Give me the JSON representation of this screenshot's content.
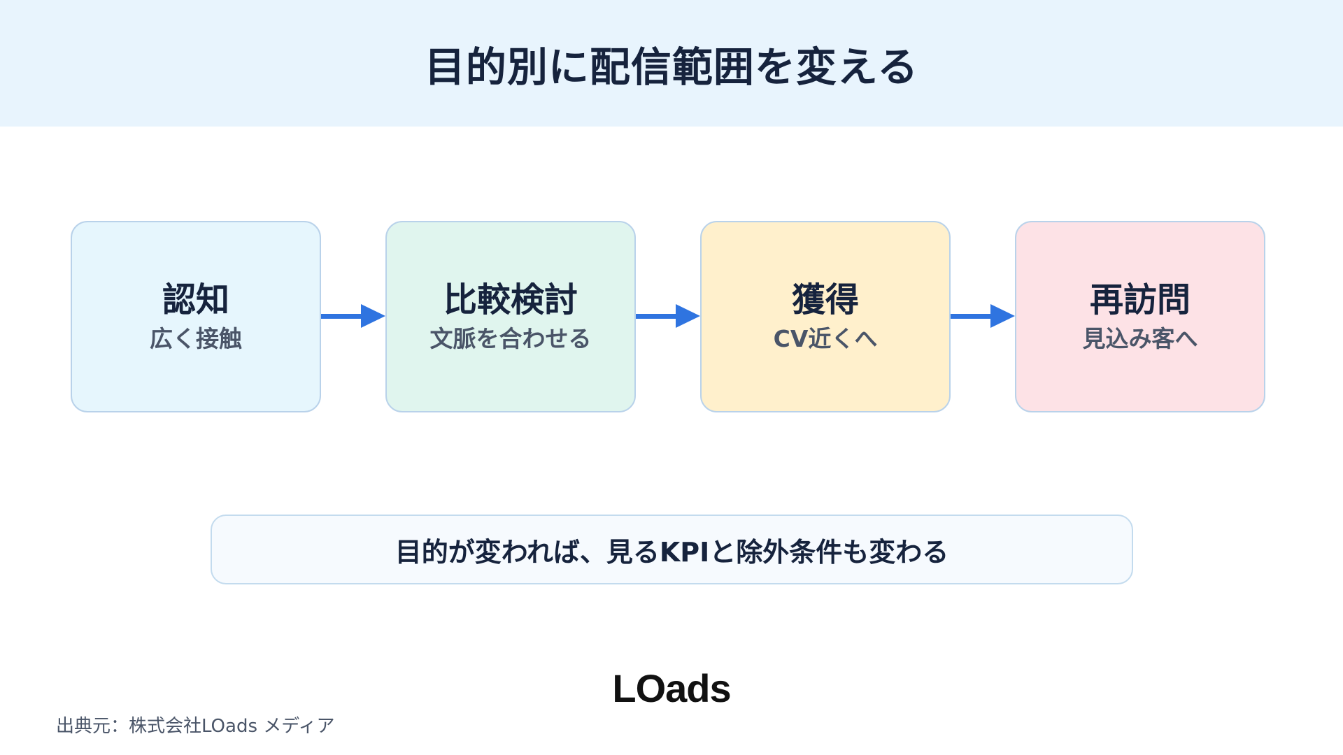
{
  "header": {
    "title": "目的別に配信範囲を変える"
  },
  "stages": [
    {
      "title": "認知",
      "subtitle": "広く接触",
      "color": "#e6f6fd"
    },
    {
      "title": "比較検討",
      "subtitle": "文脈を合わせる",
      "color": "#e0f5ee"
    },
    {
      "title": "獲得",
      "subtitle": "CV近くへ",
      "color": "#fff0cc"
    },
    {
      "title": "再訪問",
      "subtitle": "見込み客へ",
      "color": "#fde2e6"
    }
  ],
  "arrow_color": "#2f74e0",
  "note": {
    "text": "目的が変われば、見るKPIと除外条件も変わる"
  },
  "logo": {
    "text": "LOads"
  },
  "source": {
    "text": "出典元：株式会社LOads メディア"
  }
}
